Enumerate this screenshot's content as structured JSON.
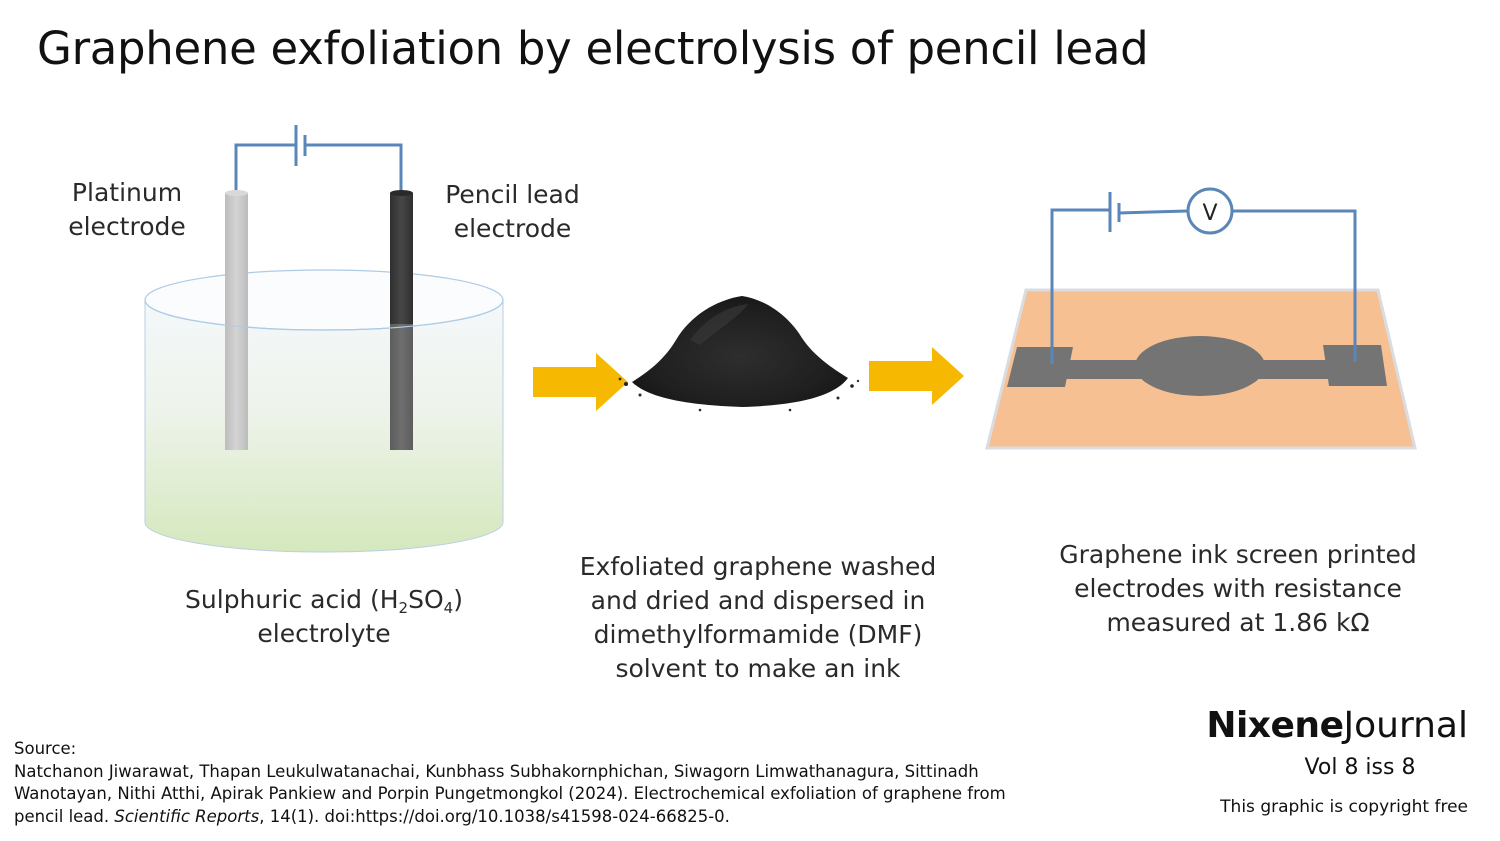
{
  "title": "Graphene exfoliation by electrolysis of pencil lead",
  "electrodes": {
    "platinum": [
      "Platinum",
      "electrode"
    ],
    "pencil": [
      "Pencil lead",
      "electrode"
    ]
  },
  "electrolyte": {
    "pre": "Sulphuric acid (H",
    "sub1": "2",
    "mid": "SO",
    "sub2": "4",
    "post": ")",
    "line2": "electrolyte"
  },
  "step2_caption": [
    "Exfoliated graphene washed",
    "and dried and dispersed in",
    "dimethylformamide (DMF)",
    "solvent to make an ink"
  ],
  "step3_caption": [
    "Graphene ink screen printed",
    "electrodes with resistance",
    "measured at 1.86 kΩ"
  ],
  "voltmeter_symbol": "V",
  "source": {
    "heading": "Source:",
    "line1": "Natchanon Jiwarawat, Thapan Leukulwatanachai, Kunbhass Subhakornphichan, Siwagorn Limwathanagura, Sittinadh",
    "line2": "Wanotayan, Nithi Atthi, Apirak Pankiew and Porpin Pungetmongkol (2024). Electrochemical exfoliation of graphene from",
    "line3_pre": "pencil lead. ",
    "journal": "Scientific Reports",
    "line3_post": ", 14(1). doi:https://doi.org/10.1038/s41598-024-66825-0."
  },
  "brand": {
    "bold": "Nixene",
    "regular": "Journal"
  },
  "issue": "Vol 8  iss 8",
  "copyright": "This graphic is copyright free",
  "colors": {
    "wire": "#5b86b8",
    "arrow": "#f6b800",
    "substrate": "#f7c092",
    "ink": "#747474",
    "pencil_lead": "#3a3a3a",
    "platinum": "#c8c8c8"
  }
}
